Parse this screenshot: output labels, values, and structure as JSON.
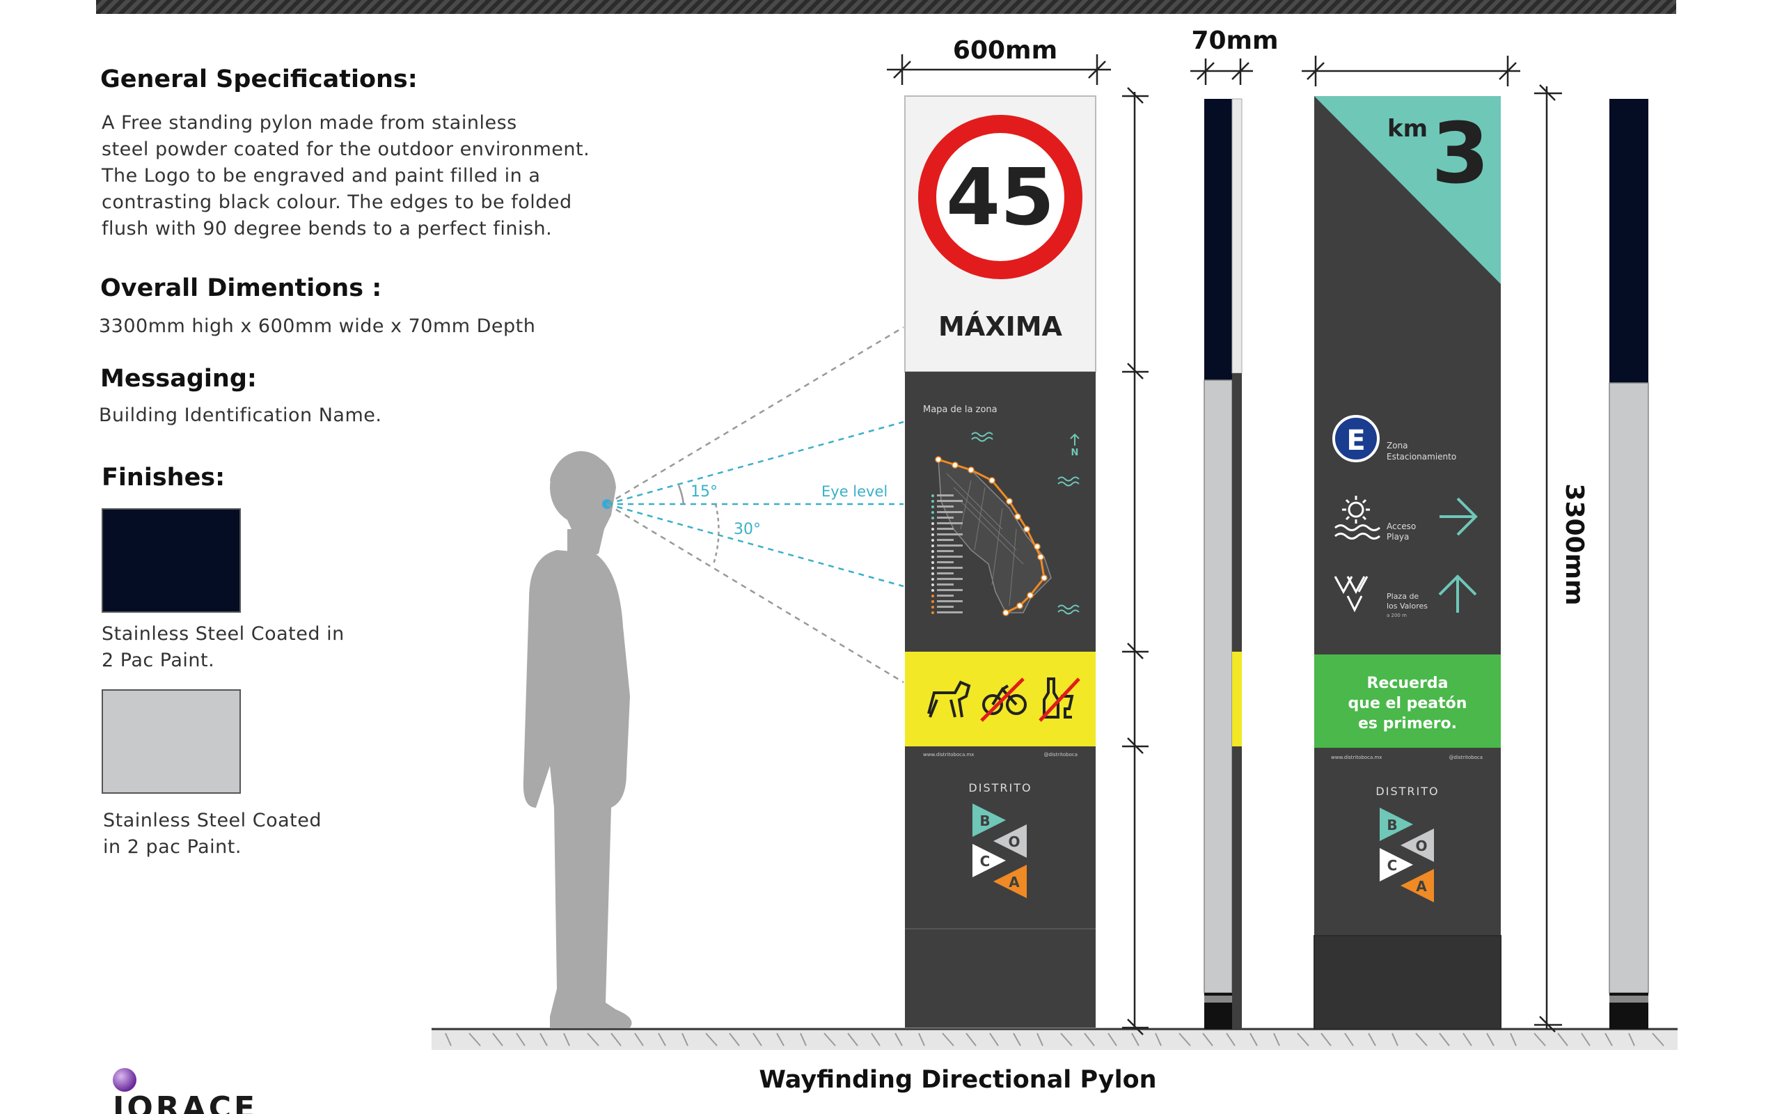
{
  "specs": {
    "general_heading": "General Specifications:",
    "general_lines": [
      "A Free standing pylon made from stainless",
      "steel powder coated for the outdoor environment.",
      "The Logo to be engraved and paint filled in a",
      "contrasting black colour. The edges to be folded",
      "flush with 90 degree bends to a perfect finish."
    ],
    "dimensions_heading": "Overall Dimentions :",
    "dimensions_text": "3300mm high x 600mm wide x 70mm Depth",
    "messaging_heading": "Messaging:",
    "messaging_text": "Building Identification Name.",
    "finishes_heading": "Finishes:",
    "finishes": [
      {
        "color": "#050d24",
        "lines": [
          "Stainless Steel Coated in",
          "2 Pac Paint."
        ]
      },
      {
        "color": "#c8c9cb",
        "lines": [
          "Stainless Steel Coated",
          "in 2 pac Paint."
        ]
      }
    ]
  },
  "dimensions": {
    "width_label": "600mm",
    "depth_label": "70mm",
    "height_label": "3300mm"
  },
  "sightlines": {
    "angle_up": "15°",
    "angle_down": "30°",
    "eye_level": "Eye level"
  },
  "front_sign": {
    "speed_value": "45",
    "speed_label": "MÁXIMA",
    "map_title": "Mapa de la zona",
    "north": "N",
    "footer_url": "www.distritoboca.mx",
    "footer_social": "@distritoboca",
    "brand_name": "DISTRITO",
    "brand_letters": [
      "B",
      "O",
      "C",
      "A"
    ]
  },
  "back_sign": {
    "km_unit": "km",
    "km_value": "3",
    "parking_letter": "E",
    "parking_label": [
      "Zona",
      "Estacionamiento"
    ],
    "beach_label": [
      "Acceso",
      "Playa"
    ],
    "plaza_label": [
      "Plaza de",
      "los Valores"
    ],
    "plaza_distance": "a 200 m",
    "reminder": [
      "Recuerda",
      "que el peatón",
      "es primero."
    ],
    "footer_url": "www.distritoboca.mx",
    "footer_social": "@distritoboca",
    "brand_name": "DISTRITO",
    "brand_letters": [
      "B",
      "O",
      "C",
      "A"
    ]
  },
  "colors": {
    "sign_dark": "#3f3f3f",
    "teal": "#6fc7b8",
    "yellow": "#f2e825",
    "green": "#4ab84a",
    "speed_red": "#e21c1c",
    "navy": "#050d24",
    "steel_grey": "#c8c9cb",
    "orange": "#f08a24"
  },
  "caption": "Wayfinding Directional Pylon",
  "logo_text": "IORACE"
}
